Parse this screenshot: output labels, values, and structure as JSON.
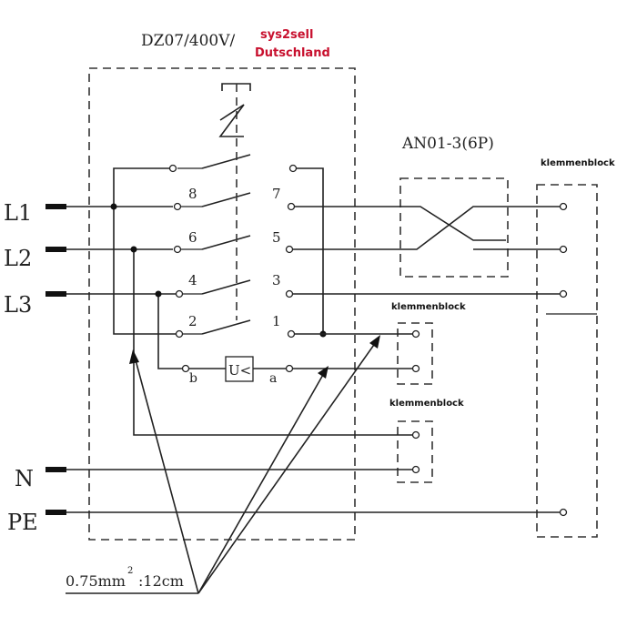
{
  "header": {
    "model": "DZ07/400V/",
    "brand_line1": "sys2sell",
    "brand_line2": "Dutschland"
  },
  "relay_label": "AN01-3(6P)",
  "terminal_blocks": [
    "klemmenblock",
    "klemmenblock",
    "klemmenblock"
  ],
  "lines": [
    "L1",
    "L2",
    "L3",
    "N",
    "PE"
  ],
  "contact_numbers": [
    "8",
    "7",
    "6",
    "5",
    "4",
    "3",
    "2",
    "1"
  ],
  "coil": {
    "label": "U<",
    "left": "b",
    "right": "a"
  },
  "wire_spec": {
    "main": "0.75mm",
    "sup": "2",
    "rest": ":12cm"
  }
}
